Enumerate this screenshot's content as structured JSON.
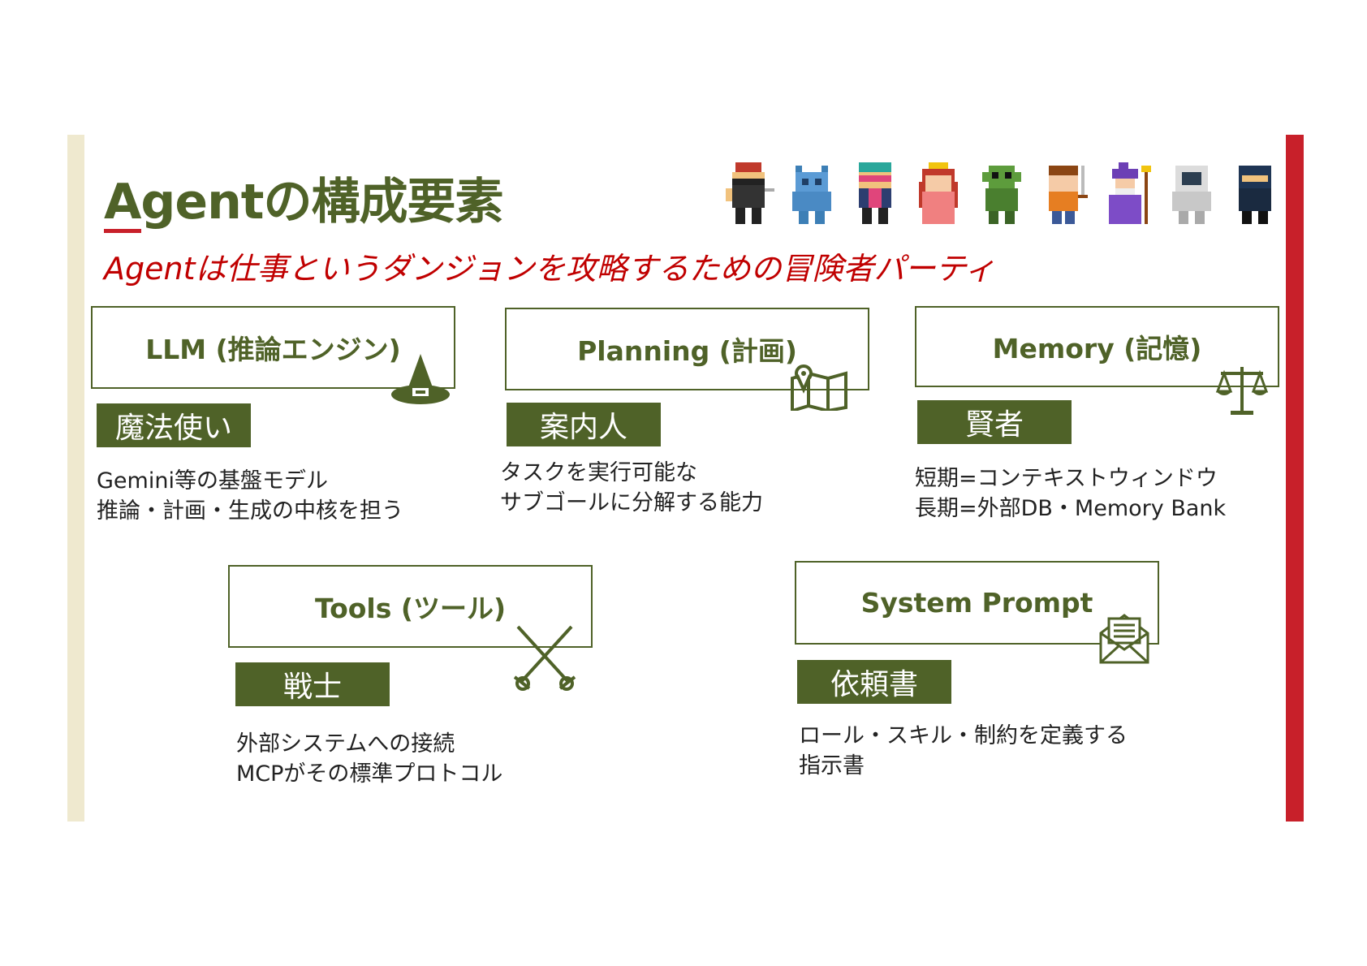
{
  "header": {
    "title": "Agentの構成要素",
    "subtitle": "Agentは仕事というダンジョンを攻略するための冒険者パーティ"
  },
  "components": [
    {
      "label": "LLM (推論エンジン)",
      "role": "魔法使い",
      "desc": [
        "Gemini等の基盤モデル",
        "推論・計画・生成の中核を担う"
      ],
      "icon": "witch-hat-icon"
    },
    {
      "label": "Planning (計画)",
      "role": "案内人",
      "desc": [
        "タスクを実行可能な",
        "サブゴールに分解する能力"
      ],
      "icon": "map-pin-icon"
    },
    {
      "label": "Memory (記憶)",
      "role": "賢者",
      "desc": [
        "短期=コンテキストウィンドウ",
        "長期=外部DB・Memory Bank"
      ],
      "icon": "scales-icon"
    },
    {
      "label": "Tools (ツール)",
      "role": "戦士",
      "desc": [
        "外部システムへの接続",
        "MCPがその標準プロトコル"
      ],
      "icon": "crossed-swords-icon"
    },
    {
      "label": "System Prompt",
      "role": "依頼書",
      "desc": [
        "ロール・スキル・制約を定義する",
        "指示書"
      ],
      "icon": "envelope-letter-icon"
    }
  ],
  "colors": {
    "accent_green": "#4f6228",
    "accent_red": "#c8202a",
    "subtitle_red": "#c00000",
    "left_bar": "#efe9cf"
  }
}
